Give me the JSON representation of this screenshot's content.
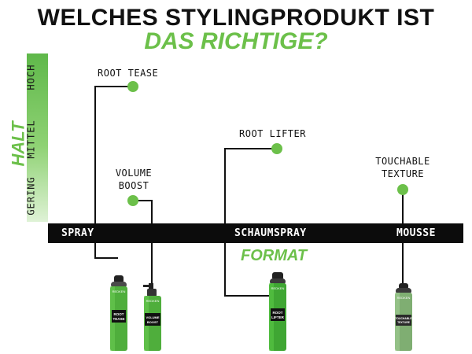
{
  "title": {
    "line1": "WELCHES STYLINGPRODUKT IST",
    "line2": "DAS RICHTIGE?"
  },
  "halt_axis": {
    "title": "HALT",
    "levels": [
      "HOCH",
      "MITTEL",
      "GERING"
    ],
    "gradient_colors": [
      "#5fb84a",
      "#8fd274",
      "#dff2d6"
    ]
  },
  "format_axis": {
    "title": "FORMAT",
    "categories": [
      "SPRAY",
      "SCHAUMSPRAY",
      "MOUSSE"
    ],
    "bar_color": "#0c0c0c"
  },
  "products": [
    {
      "name": "ROOT TEASE",
      "name_lines": [
        "ROOT TEASE"
      ],
      "format": "SPRAY",
      "hold": "HOCH",
      "can_label_lines": [
        "ROOT",
        "TEASE"
      ],
      "brand": "REDKEN"
    },
    {
      "name": "VOLUME BOOST",
      "name_lines": [
        "VOLUME",
        "BOOST"
      ],
      "format": "SPRAY",
      "hold": "GERING",
      "can_label_lines": [
        "VOLUME",
        "BOOST"
      ],
      "brand": "REDKEN"
    },
    {
      "name": "ROOT LIFTER",
      "name_lines": [
        "ROOT LIFTER"
      ],
      "format": "SCHAUMSPRAY",
      "hold": "MITTEL",
      "can_label_lines": [
        "ROOT",
        "LIFTER"
      ],
      "brand": "REDKEN"
    },
    {
      "name": "TOUCHABLE TEXTURE",
      "name_lines": [
        "TOUCHABLE",
        "TEXTURE"
      ],
      "format": "MOUSSE",
      "hold": "GERING",
      "can_label_lines": [
        "TOUCHABLE",
        "TEXTURE"
      ],
      "brand": "REDKEN"
    }
  ],
  "colors": {
    "accent_green": "#6cc04a",
    "dot_green": "#6cc04a",
    "text": "#111111"
  }
}
